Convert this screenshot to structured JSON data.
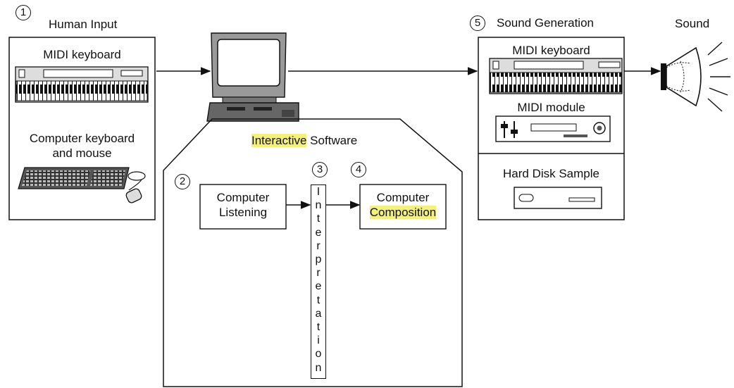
{
  "human_input": {
    "number": "1",
    "title": "Human Input",
    "midi_keyboard": "MIDI keyboard",
    "computer_keyboard_line1": "Computer keyboard",
    "computer_keyboard_line2": "and mouse"
  },
  "software": {
    "title_highlight": "Interactive",
    "title_rest": " Software",
    "listening": {
      "number": "2",
      "line1": "Computer",
      "line2": "Listening"
    },
    "interpretation": {
      "number": "3",
      "letters": [
        "I",
        "n",
        "t",
        "e",
        "r",
        "p",
        "r",
        "e",
        "t",
        "a",
        "t",
        "i",
        "o",
        "n"
      ]
    },
    "composition": {
      "number": "4",
      "line1": "Computer",
      "line2": "Composition"
    }
  },
  "sound_generation": {
    "number": "5",
    "title": "Sound Generation",
    "midi_keyboard": "MIDI keyboard",
    "midi_module": "MIDI module",
    "hard_disk": "Hard Disk Sample"
  },
  "output": {
    "title": "Sound"
  },
  "colors": {
    "highlight": "#f3f07c",
    "ink": "#111111"
  }
}
